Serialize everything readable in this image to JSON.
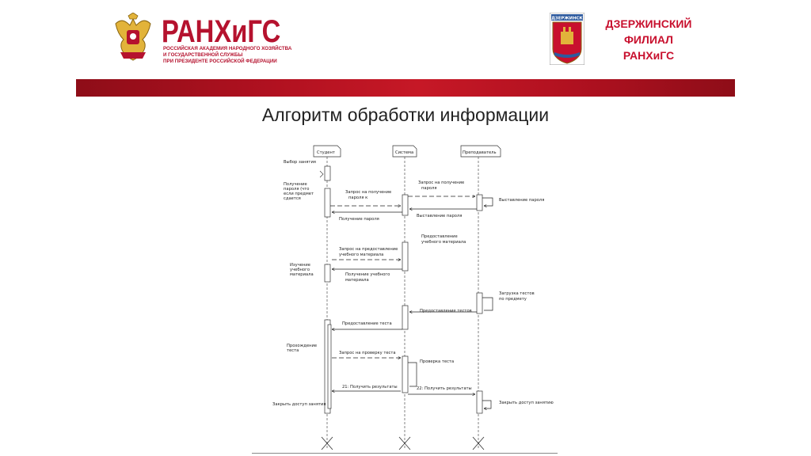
{
  "header": {
    "brand": "РАНХиГС",
    "brand_subtitle": [
      "Российская академия народного хозяйства",
      "и государственной службы",
      "при Президенте Российской Федерации"
    ],
    "coat_label": "ДЗЕРЖИНСК",
    "branch_lines": [
      "ДЗЕРЖИНСКИЙ",
      "ФИЛИАЛ",
      "РАНХиГС"
    ],
    "colors": {
      "brand": "#b5122e",
      "banner": "#b11120"
    }
  },
  "slide": {
    "title": "Алгоритм обработки информации"
  },
  "diagram": {
    "lifelines": [
      "Студент",
      "Система",
      "Преподаватель"
    ],
    "left_notes": {
      "select_lesson": "Выбор занятия",
      "get_password": [
        "Получение",
        "пароля (что",
        "если предмет",
        "сдается"
      ],
      "study_material": [
        "Изучение",
        "учебного",
        "материала"
      ],
      "pass_test": [
        "Прохождение",
        "теста"
      ],
      "close_lesson": "Закрыть доступ занятия"
    },
    "messages": {
      "password_request": [
        "Запрос на получение",
        "пароля к"
      ],
      "password_receipt": "Получение пароля",
      "password_request_teacher": [
        "Запрос на получение",
        "пароля"
      ],
      "password_issue": "Выставление пароля",
      "password_set": "Выставление пароля",
      "material_provide": [
        "Предоставление",
        "учебного материала"
      ],
      "material_request": [
        "Запрос на предоставление",
        "учебного материала"
      ],
      "material_receipt": [
        "Получение учебного",
        "материала"
      ],
      "test_upload": [
        "Загрузка тестов",
        "по предмету"
      ],
      "test_provide_system": "Предоставление тестов",
      "test_provide_student": "Предоставление теста",
      "test_check_request": "Запрос на проверку теста",
      "test_check": "Проверка теста",
      "student_result": "21: Получить результаты",
      "teacher_result": "22: Получить результаты",
      "close_access": "Закрыть доступ занятию"
    }
  }
}
